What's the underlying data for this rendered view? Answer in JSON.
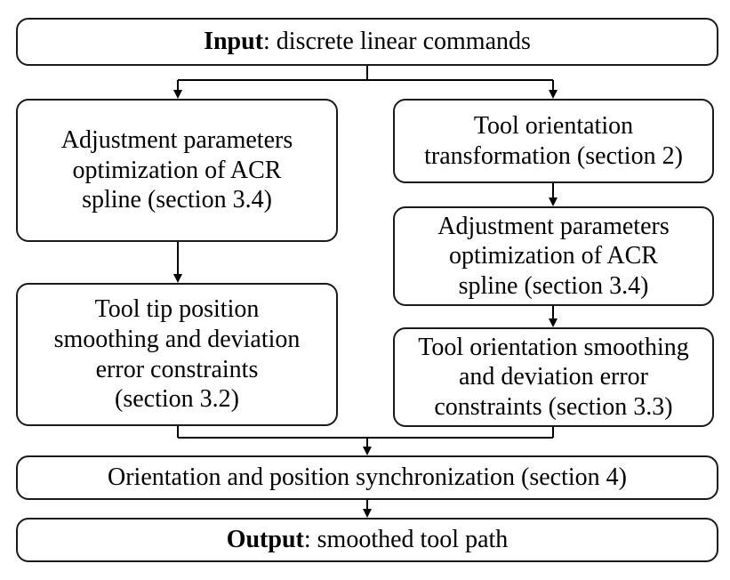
{
  "input": {
    "label": "Input",
    "text": ": discrete linear commands"
  },
  "left_top": {
    "lines": [
      "Adjustment parameters",
      "optimization of ACR",
      "spline  (section 3.4)"
    ]
  },
  "left_bottom": {
    "lines": [
      "Tool tip position",
      "smoothing and deviation",
      "error constraints",
      "(section 3.2)"
    ]
  },
  "right_top": {
    "lines": [
      "Tool orientation",
      "transformation  (section 2)"
    ]
  },
  "right_middle": {
    "lines": [
      "Adjustment parameters",
      "optimization of ACR",
      "spline  (section 3.4)"
    ]
  },
  "right_bottom": {
    "lines": [
      "Tool orientation smoothing",
      "and deviation error",
      "constraints (section 3.3)"
    ]
  },
  "sync": {
    "text": "Orientation and position synchronization (section 4)"
  },
  "output": {
    "label": "Output",
    "text": ": smoothed tool path"
  }
}
